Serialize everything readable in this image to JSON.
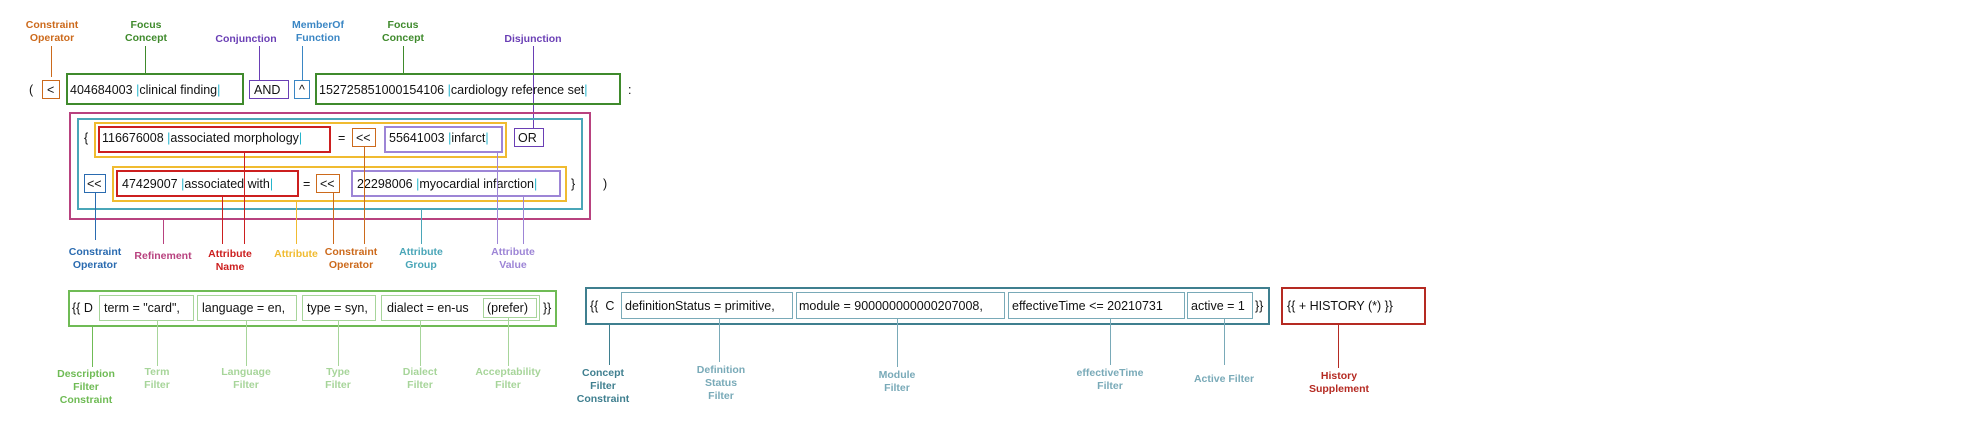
{
  "expression": {
    "open_paren": "(",
    "close_paren": ")",
    "colon": ":",
    "op_descendant": "<",
    "op_descendant_or_self": "<<",
    "member_of": "^",
    "and": "AND",
    "or": "OR",
    "equals": "=",
    "open_brace": "{",
    "close_brace": "}",
    "pipe": "|",
    "focus1_id": "404684003",
    "focus1_term": "clinical finding",
    "focus2_id": "152725851000154106",
    "focus2_term": "cardiology reference set",
    "attr1_id": "116676008",
    "attr1_term": "associated morphology",
    "val1_id": "55641003",
    "val1_term": "infarct",
    "attr2_id": "47429007",
    "attr2_term": "associated with",
    "val2_id": "22298006",
    "val2_term": "myocardial infarction"
  },
  "description_filter": {
    "open": "{{",
    "letter": "D",
    "term": "term = \"card\",",
    "language": "language = en,",
    "type": "type = syn,",
    "dialect": "dialect = en-us",
    "acceptability": "(prefer)",
    "close": "}}"
  },
  "concept_filter": {
    "open": "{{",
    "letter": "C",
    "definition_status": "definitionStatus = primitive,",
    "module": "module = 900000000000207008,",
    "effective_time": "effectiveTime <= 20210731",
    "active": "active = 1",
    "close": "}}"
  },
  "history": {
    "text": "{{  + HISTORY (*) }}"
  },
  "labels": {
    "constraint_operator_top": [
      "Constraint",
      "Operator"
    ],
    "focus_concept_1": [
      "Focus",
      "Concept"
    ],
    "conjunction": [
      "Conjunction"
    ],
    "member_of_function": [
      "MemberOf",
      "Function"
    ],
    "focus_concept_2": [
      "Focus",
      "Concept"
    ],
    "disjunction": [
      "Disjunction"
    ],
    "constraint_operator_blue": [
      "Constraint",
      "Operator"
    ],
    "refinement": [
      "Refinement"
    ],
    "attribute_name": [
      "Attribute",
      "Name"
    ],
    "attribute": [
      "Attribute"
    ],
    "constraint_operator_orange": [
      "Constraint",
      "Operator"
    ],
    "attribute_group": [
      "Attribute",
      "Group"
    ],
    "attribute_value": [
      "Attribute",
      "Value"
    ],
    "description_filter_constraint": [
      "Description",
      "Filter",
      "Constraint"
    ],
    "term_filter": [
      "Term",
      "Filter"
    ],
    "language_filter": [
      "Language",
      "Filter"
    ],
    "type_filter": [
      "Type",
      "Filter"
    ],
    "dialect_filter": [
      "Dialect",
      "Filter"
    ],
    "acceptability_filter": [
      "Acceptability",
      "Filter"
    ],
    "concept_filter_constraint": [
      "Concept",
      "Filter",
      "Constraint"
    ],
    "definition_status_filter": [
      "Definition",
      "Status",
      "Filter"
    ],
    "module_filter": [
      "Module",
      "Filter"
    ],
    "effective_time_filter": [
      "effectiveTime",
      "Filter"
    ],
    "active_filter": [
      "Active Filter"
    ],
    "history_supplement": [
      "History",
      "Supplement"
    ]
  },
  "colors": {
    "constraint_operator": "#cc6a1c",
    "focus_concept": "#3f8a2c",
    "conjunction": "#6a3fb5",
    "member_of": "#3a86c4",
    "refinement": "#b8427f",
    "attribute_group": "#4aa6b8",
    "attribute": "#f0bb30",
    "attribute_name": "#cc1f1f",
    "attribute_value": "#9d85d6",
    "constraint_operator_blue": "#2a6bb0",
    "description_filter": "#6fbb55",
    "concept_filter": "#3f7f8f",
    "concept_subfilter": "#79aab8",
    "history": "#b52a22",
    "pipe": "#26b5cc"
  }
}
